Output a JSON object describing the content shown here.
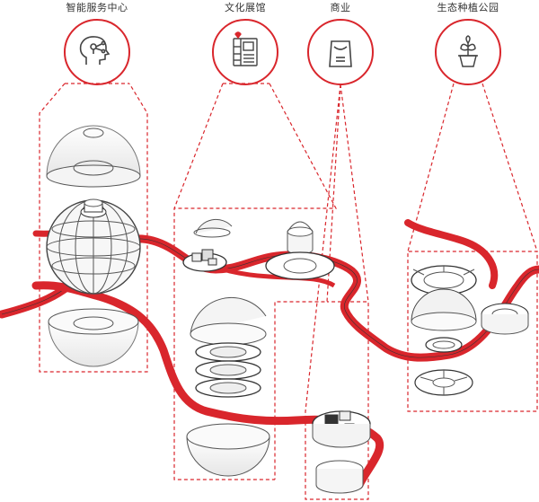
{
  "labels": {
    "smart_service": "智能服务中心",
    "culture": "文化展馆",
    "commerce": "商业",
    "eco_park": "生态种植公园"
  },
  "icons": {
    "smart_service": "ai-head-icon",
    "culture": "exhibition-board-icon",
    "commerce": "shopping-bag-icon",
    "eco_park": "potted-plant-icon"
  },
  "colors": {
    "accent_red": "#d9262c",
    "line_gray": "#555555",
    "light_gray": "#d8d8d8"
  }
}
